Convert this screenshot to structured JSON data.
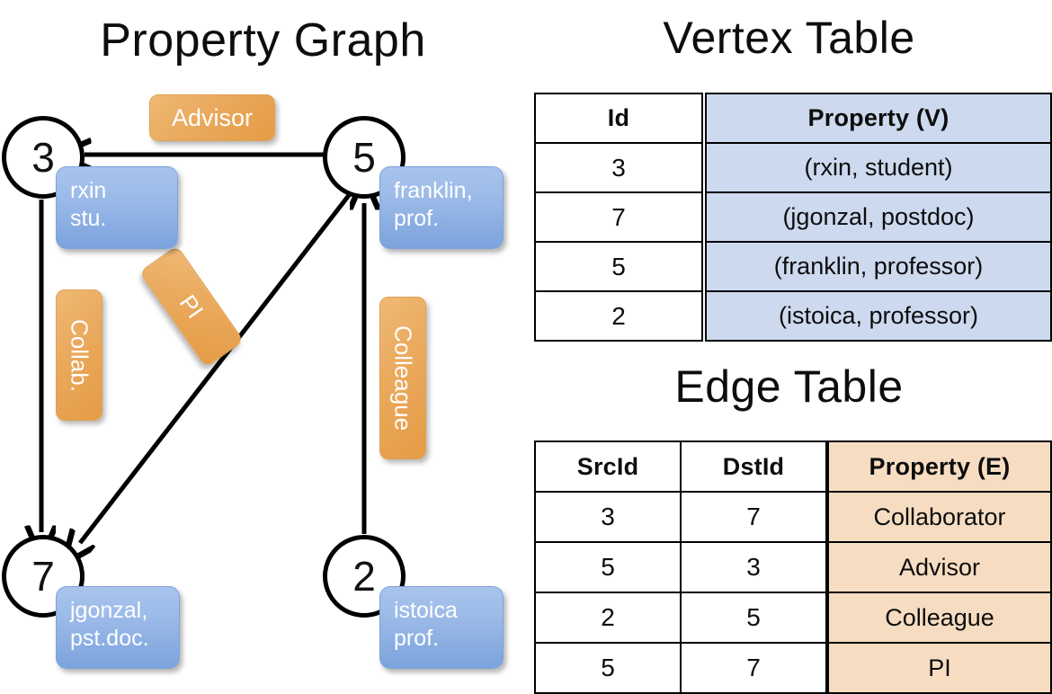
{
  "titles": {
    "graph": "Property Graph",
    "vertex_table": "Vertex Table",
    "edge_table": "Edge Table"
  },
  "graph": {
    "nodes": [
      {
        "id": "3",
        "property_line1": "rxin",
        "property_line2": "stu."
      },
      {
        "id": "5",
        "property_line1": "franklin,",
        "property_line2": "prof."
      },
      {
        "id": "7",
        "property_line1": "jgonzal,",
        "property_line2": "pst.doc."
      },
      {
        "id": "2",
        "property_line1": "istoica",
        "property_line2": "prof."
      }
    ],
    "edge_labels": [
      {
        "name": "advisor",
        "text": "Advisor"
      },
      {
        "name": "collab",
        "text": "Collab."
      },
      {
        "name": "pi",
        "text": "PI"
      },
      {
        "name": "colleague",
        "text": "Colleague"
      }
    ]
  },
  "vertex_table": {
    "headers": {
      "id": "Id",
      "property": "Property (V)"
    },
    "rows": [
      {
        "id": "3",
        "property": "(rxin, student)"
      },
      {
        "id": "7",
        "property": "(jgonzal, postdoc)"
      },
      {
        "id": "5",
        "property": "(franklin, professor)"
      },
      {
        "id": "2",
        "property": "(istoica, professor)"
      }
    ]
  },
  "edge_table": {
    "headers": {
      "src": "SrcId",
      "dst": "DstId",
      "property": "Property (E)"
    },
    "rows": [
      {
        "src": "3",
        "dst": "7",
        "property": "Collaborator"
      },
      {
        "src": "5",
        "dst": "3",
        "property": "Advisor"
      },
      {
        "src": "2",
        "dst": "5",
        "property": "Colleague"
      },
      {
        "src": "5",
        "dst": "7",
        "property": "PI"
      }
    ]
  },
  "colors": {
    "vertex_property_fill": "#ccd9ee",
    "edge_property_fill": "#f6ddc2",
    "node_box_blue": "#9dbbe8",
    "edge_label_orange": "#eaa95d",
    "stroke": "#000000"
  }
}
